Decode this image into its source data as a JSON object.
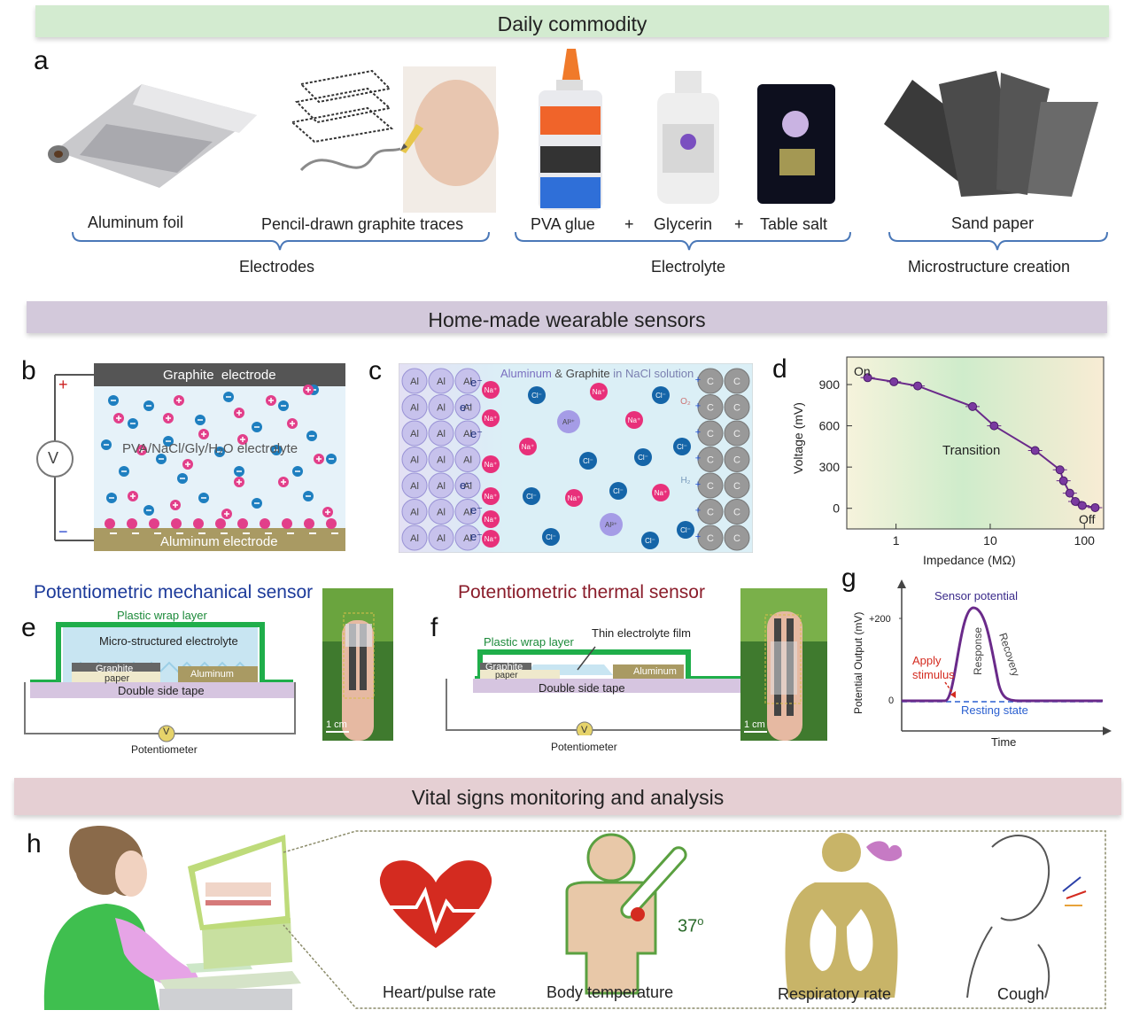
{
  "banners": {
    "daily": "Daily commodity",
    "homemade": "Home-made wearable sensors",
    "vital": "Vital signs monitoring and analysis"
  },
  "panels": {
    "a": "a",
    "b": "b",
    "c": "c",
    "d": "d",
    "e": "e",
    "f": "f",
    "g": "g",
    "h": "h"
  },
  "panel_a": {
    "items": [
      "Aluminum foil",
      "Pencil-drawn graphite traces",
      "PVA glue",
      "Glycerin",
      "Table salt",
      "Sand paper"
    ],
    "plus": "+",
    "groups": [
      "Electrodes",
      "Electrolyte",
      "Microstructure creation"
    ]
  },
  "panel_b": {
    "top": "Graphite  electrode",
    "bottom": "Aluminum electrode",
    "electrolyte": "PVA/NaCl/Gly/H₂O electrolyte",
    "voltmeter": "V",
    "plus": "+",
    "minus": "−"
  },
  "panel_c": {
    "title_a": "Aluminum",
    "amp": "&",
    "title_b": "Graphite",
    "title_c": "in NaCl solution",
    "al": "Al",
    "c": "C",
    "e": "e⁻",
    "na": "Na⁺",
    "cl": "Cl⁻",
    "al3": "Al³⁺",
    "o2": "O₂",
    "h2": "H₂",
    "plus": "+"
  },
  "panel_d": {
    "ylabel": "Voltage (mV)",
    "xlabel": "Impedance (MΩ)",
    "on": "On",
    "off": "Off",
    "transition": "Transition",
    "yticks": [
      "0",
      "300",
      "600",
      "900"
    ],
    "xticks": [
      "1",
      "10",
      "100"
    ]
  },
  "panel_e": {
    "title": "Potentiometric mechanical sensor",
    "wrap": "Plastic wrap layer",
    "electrolyte": "Micro-structured electrolyte",
    "graphite": "Graphite",
    "paper": "paper",
    "aluminum": "Aluminum",
    "tape": "Double side tape",
    "meter": "Potentiometer",
    "v": "V",
    "scale": "1 cm"
  },
  "panel_f": {
    "title": "Potentiometric thermal sensor",
    "wrap": "Plastic wrap layer",
    "film": "Thin electrolyte film",
    "graphite": "Graphite",
    "paper": "paper",
    "aluminum": "Aluminum",
    "tape": "Double side tape",
    "meter": "Potentiometer",
    "v": "V",
    "scale": "1 cm"
  },
  "panel_g": {
    "ylabel": "Potential Output (mV)",
    "xlabel": "Time",
    "sensor": "Sensor potential",
    "apply": "Apply",
    "stimulus": "stimulus",
    "response": "Response",
    "recovery": "Recovery",
    "resting": "Resting state",
    "yticks": [
      "+200",
      "0"
    ]
  },
  "panel_h": {
    "items": [
      "Heart/pulse rate",
      "Body temperature",
      "Respiratory rate",
      "Cough"
    ],
    "temp": "37",
    "deg": "o"
  },
  "colors": {
    "banner_green": "#d3ebd0",
    "banner_purple": "#d3c9db",
    "banner_pink": "#e5cfd3",
    "bracket_blue": "#4a78b8",
    "graph_purple": "#6a2a8a",
    "heart_red": "#d42b20",
    "body_olive": "#c8b468"
  }
}
